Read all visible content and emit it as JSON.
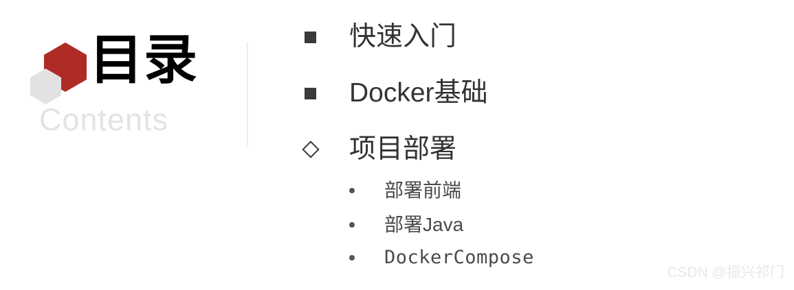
{
  "slide": {
    "background_color": "#ffffff",
    "title": {
      "cn": "目录",
      "en": "Contents",
      "cn_color": "#000000",
      "en_color": "#e3e3e3"
    },
    "logo": {
      "primary_hex_color": "#af2b26",
      "secondary_hex_color": "#e2e2e2"
    },
    "divider_color": "#ececec",
    "contents": {
      "items": [
        {
          "marker": "filled-square",
          "label": "快速入门",
          "level": 1
        },
        {
          "marker": "filled-square",
          "label": "Docker基础",
          "level": 1
        },
        {
          "marker": "hollow-diamond",
          "label": "项目部署",
          "level": 1
        }
      ],
      "sub_items": [
        {
          "marker": "dot",
          "label": "部署前端",
          "level": 2,
          "mono": false
        },
        {
          "marker": "dot",
          "label": "部署Java",
          "level": 2,
          "mono": false
        },
        {
          "marker": "dot",
          "label": "DockerCompose",
          "level": 2,
          "mono": true
        }
      ],
      "main_text_color": "#333333",
      "sub_text_color": "#4a4a4a",
      "marker_color": "#3a3a3a"
    },
    "watermark": {
      "text": "CSDN @振兴祁门",
      "color": "#e8e8e8"
    }
  }
}
